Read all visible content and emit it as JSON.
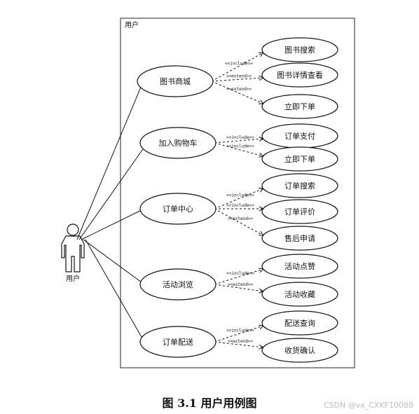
{
  "boundary_label": "用户",
  "actor_label": "用户",
  "hubs": [
    {
      "id": "mall",
      "label": "图书商城"
    },
    {
      "id": "cart",
      "label": "加入购物车"
    },
    {
      "id": "order",
      "label": "订单中心"
    },
    {
      "id": "activity",
      "label": "活动浏览"
    },
    {
      "id": "delivery",
      "label": "订单配送"
    }
  ],
  "cases": [
    {
      "id": "c1",
      "label": "图书搜索"
    },
    {
      "id": "c2",
      "label": "图书详情查看"
    },
    {
      "id": "c3",
      "label": "立即下单"
    },
    {
      "id": "c4",
      "label": "订单支付"
    },
    {
      "id": "c5",
      "label": "立即下单"
    },
    {
      "id": "c6",
      "label": "订单搜索"
    },
    {
      "id": "c7",
      "label": "订单评价"
    },
    {
      "id": "c8",
      "label": "售后申请"
    },
    {
      "id": "c9",
      "label": "活动点赞"
    },
    {
      "id": "c10",
      "label": "活动收藏"
    },
    {
      "id": "c11",
      "label": "配送查询"
    },
    {
      "id": "c12",
      "label": "收货确认"
    }
  ],
  "relations": [
    {
      "hub": 0,
      "case": 0,
      "label": "<<include>>"
    },
    {
      "hub": 0,
      "case": 1,
      "label": "<<extend>>"
    },
    {
      "hub": 0,
      "case": 2,
      "label": "<<extend>>"
    },
    {
      "hub": 1,
      "case": 3,
      "label": "<<include>>"
    },
    {
      "hub": 1,
      "case": 4,
      "label": "<<include>>"
    },
    {
      "hub": 2,
      "case": 5,
      "label": "<<include>>"
    },
    {
      "hub": 2,
      "case": 6,
      "label": "<<include>>"
    },
    {
      "hub": 2,
      "case": 7,
      "label": "<<extend>>"
    },
    {
      "hub": 3,
      "case": 8,
      "label": "<<include>>"
    },
    {
      "hub": 3,
      "case": 9,
      "label": "<<extend>>"
    },
    {
      "hub": 4,
      "case": 10,
      "label": "<<include>>"
    },
    {
      "hub": 4,
      "case": 11,
      "label": "<<extend>>"
    }
  ],
  "caption": "图 3.1 用户用例图",
  "watermark": "CSDN @vx_CXKF10088",
  "colors": {
    "line": "#111111",
    "fill": "#ffffff",
    "text": "#111111"
  }
}
